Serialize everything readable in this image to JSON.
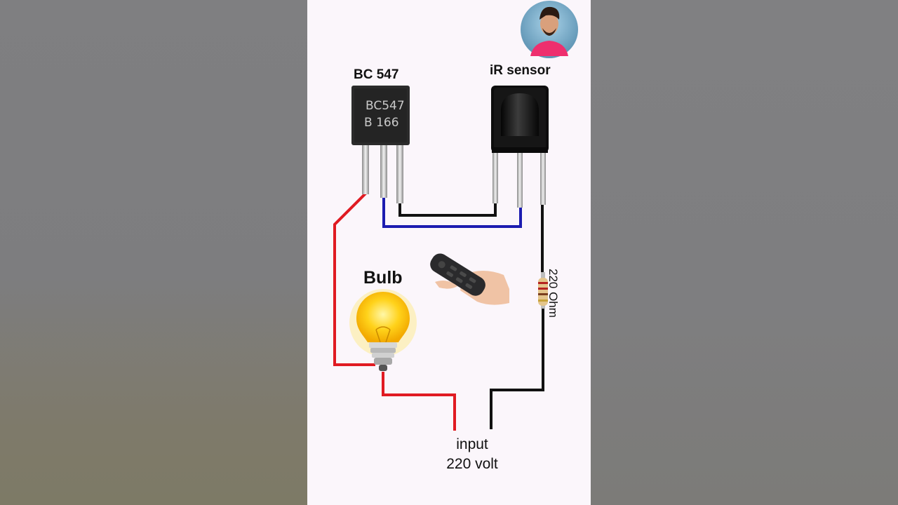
{
  "labels": {
    "transistor": "BC 547",
    "sensor": "iR sensor",
    "bulb": "Bulb",
    "resistor": "220 Ohm",
    "input_line1": "input",
    "input_line2": "220 volt"
  },
  "transistor_marking": {
    "line1": "BC547",
    "line2": "B 166"
  },
  "wire_colors": {
    "live": "#e01b22",
    "signal": "#1c1cb0",
    "neutral": "#111111"
  }
}
